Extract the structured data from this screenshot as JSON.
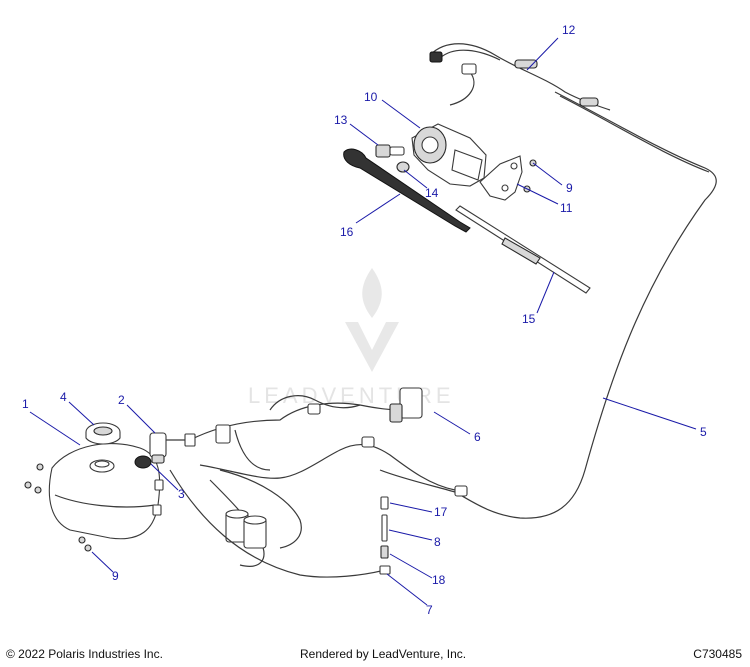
{
  "diagram": {
    "callouts": [
      {
        "id": "c1",
        "label": "1"
      },
      {
        "id": "c2",
        "label": "2"
      },
      {
        "id": "c3",
        "label": "3"
      },
      {
        "id": "c4",
        "label": "4"
      },
      {
        "id": "c5",
        "label": "5"
      },
      {
        "id": "c6",
        "label": "6"
      },
      {
        "id": "c7",
        "label": "7"
      },
      {
        "id": "c8",
        "label": "8"
      },
      {
        "id": "c9a",
        "label": "9"
      },
      {
        "id": "c9b",
        "label": "9"
      },
      {
        "id": "c10",
        "label": "10"
      },
      {
        "id": "c11",
        "label": "11"
      },
      {
        "id": "c12",
        "label": "12"
      },
      {
        "id": "c13",
        "label": "13"
      },
      {
        "id": "c14",
        "label": "14"
      },
      {
        "id": "c15",
        "label": "15"
      },
      {
        "id": "c16",
        "label": "16"
      },
      {
        "id": "c17",
        "label": "17"
      },
      {
        "id": "c18",
        "label": "18"
      }
    ],
    "watermark": "LEADVENTURE",
    "callout_color": "#1a1aa8"
  },
  "footer": {
    "copyright": "© 2022 Polaris Industries Inc.",
    "rendered_by": "Rendered by LeadVenture, Inc.",
    "code": "C730485"
  }
}
